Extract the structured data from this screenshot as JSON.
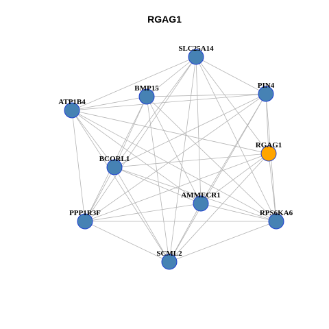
{
  "title": "RGAG1",
  "colors": {
    "background": "#ffffff",
    "node_default": "#4682b4",
    "node_highlight": "#ffa500",
    "node_border": "#1f3fd0",
    "edge": "#b3b3b3"
  },
  "nodes": [
    {
      "id": "SLC25A14",
      "label": "SLC25A14",
      "highlight": false
    },
    {
      "id": "PIN4",
      "label": "PIN4",
      "highlight": false
    },
    {
      "id": "BMP15",
      "label": "BMP15",
      "highlight": false
    },
    {
      "id": "ATP1B4",
      "label": "ATP1B4",
      "highlight": false
    },
    {
      "id": "RGAG1",
      "label": "RGAG1",
      "highlight": true
    },
    {
      "id": "BCORL1",
      "label": "BCORL1",
      "highlight": false
    },
    {
      "id": "AMMECR1",
      "label": "AMMECR1",
      "highlight": false
    },
    {
      "id": "PPP1R3F",
      "label": "PPP1R3F",
      "highlight": false
    },
    {
      "id": "RPS6KA6",
      "label": "RPS6KA6",
      "highlight": false
    },
    {
      "id": "SCML2",
      "label": "SCML2",
      "highlight": false
    }
  ],
  "edges": [
    [
      "SLC25A14",
      "ATP1B4"
    ],
    [
      "SLC25A14",
      "BMP15"
    ],
    [
      "SLC25A14",
      "PIN4"
    ],
    [
      "SLC25A14",
      "BCORL1"
    ],
    [
      "SLC25A14",
      "PPP1R3F"
    ],
    [
      "SLC25A14",
      "SCML2"
    ],
    [
      "SLC25A14",
      "AMMECR1"
    ],
    [
      "SLC25A14",
      "RPS6KA6"
    ],
    [
      "SLC25A14",
      "RGAG1"
    ],
    [
      "PIN4",
      "BMP15"
    ],
    [
      "PIN4",
      "ATP1B4"
    ],
    [
      "PIN4",
      "BCORL1"
    ],
    [
      "PIN4",
      "AMMECR1"
    ],
    [
      "PIN4",
      "SCML2"
    ],
    [
      "PIN4",
      "RPS6KA6"
    ],
    [
      "PIN4",
      "RGAG1"
    ],
    [
      "PIN4",
      "PPP1R3F"
    ],
    [
      "BMP15",
      "ATP1B4"
    ],
    [
      "BMP15",
      "BCORL1"
    ],
    [
      "BMP15",
      "PPP1R3F"
    ],
    [
      "BMP15",
      "SCML2"
    ],
    [
      "BMP15",
      "AMMECR1"
    ],
    [
      "BMP15",
      "RPS6KA6"
    ],
    [
      "ATP1B4",
      "BCORL1"
    ],
    [
      "ATP1B4",
      "PPP1R3F"
    ],
    [
      "ATP1B4",
      "SCML2"
    ],
    [
      "ATP1B4",
      "RGAG1"
    ],
    [
      "ATP1B4",
      "AMMECR1"
    ],
    [
      "ATP1B4",
      "RPS6KA6"
    ],
    [
      "RGAG1",
      "BCORL1"
    ],
    [
      "RGAG1",
      "PPP1R3F"
    ],
    [
      "RGAG1",
      "AMMECR1"
    ],
    [
      "RGAG1",
      "SCML2"
    ],
    [
      "RGAG1",
      "RPS6KA6"
    ],
    [
      "BCORL1",
      "PPP1R3F"
    ],
    [
      "BCORL1",
      "SCML2"
    ],
    [
      "BCORL1",
      "AMMECR1"
    ],
    [
      "BCORL1",
      "RPS6KA6"
    ],
    [
      "AMMECR1",
      "PPP1R3F"
    ],
    [
      "AMMECR1",
      "SCML2"
    ],
    [
      "AMMECR1",
      "RPS6KA6"
    ],
    [
      "PPP1R3F",
      "SCML2"
    ],
    [
      "PPP1R3F",
      "RPS6KA6"
    ],
    [
      "SCML2",
      "RPS6KA6"
    ]
  ]
}
